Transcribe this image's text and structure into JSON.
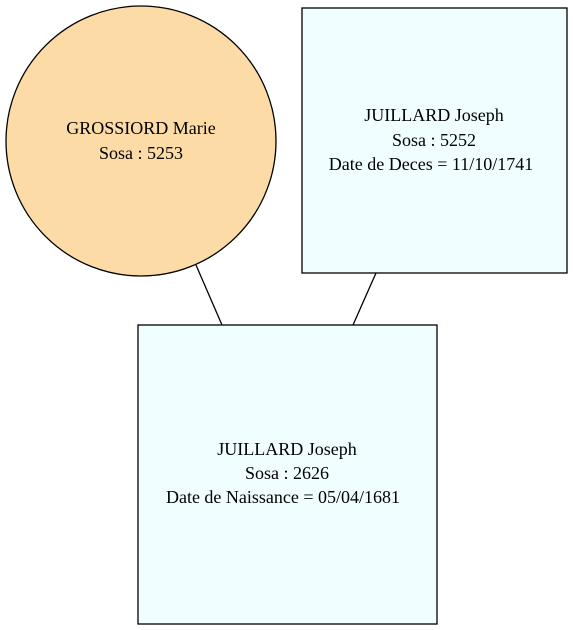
{
  "colors": {
    "female_fill": "#fddba6",
    "male_fill": "#f0feff",
    "stroke": "#000000",
    "background": "#ffffff"
  },
  "nodes": {
    "mother": {
      "shape": "circle",
      "name": "GROSSIORD Marie",
      "sosa": "Sosa : 5253"
    },
    "father": {
      "shape": "box",
      "name": "JUILLARD Joseph",
      "sosa": "Sosa : 5252",
      "date": "Date de Deces = 11/10/1741"
    },
    "child": {
      "shape": "box",
      "name": "JUILLARD Joseph",
      "sosa": "Sosa : 2626",
      "date": "Date de Naissance = 05/04/1681"
    }
  }
}
